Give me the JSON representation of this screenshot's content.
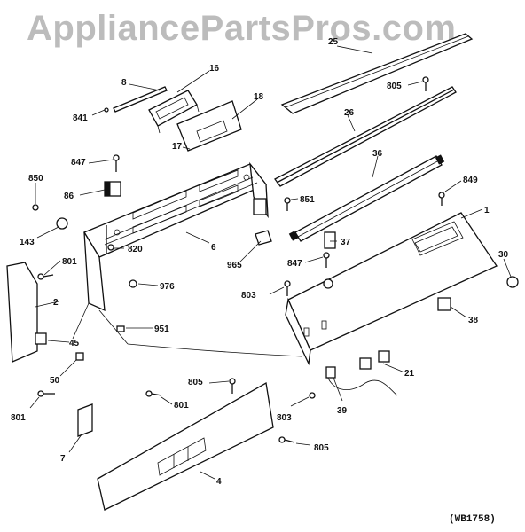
{
  "watermark": "AppliancePartsPros.com",
  "diagram_code": "(WB1758)",
  "callouts": {
    "c25": "25",
    "c8": "8",
    "c16": "16",
    "c841": "841",
    "c805a": "805",
    "c18": "18",
    "c26": "26",
    "c847a": "847",
    "c17": "17",
    "c36": "36",
    "c850": "850",
    "c849": "849",
    "c86": "86",
    "c851": "851",
    "c1": "1",
    "c143": "143",
    "c6": "6",
    "c820": "820",
    "c37": "37",
    "c965": "965",
    "c30": "30",
    "c801a": "801",
    "c847b": "847",
    "c976": "976",
    "c2": "2",
    "c803a": "803",
    "c38": "38",
    "c951": "951",
    "c45": "45",
    "c21": "21",
    "c50": "50",
    "c805b": "805",
    "c801b": "801",
    "c801c": "801",
    "c803b": "803",
    "c39": "39",
    "c7": "7",
    "c805c": "805",
    "c4": "4"
  }
}
